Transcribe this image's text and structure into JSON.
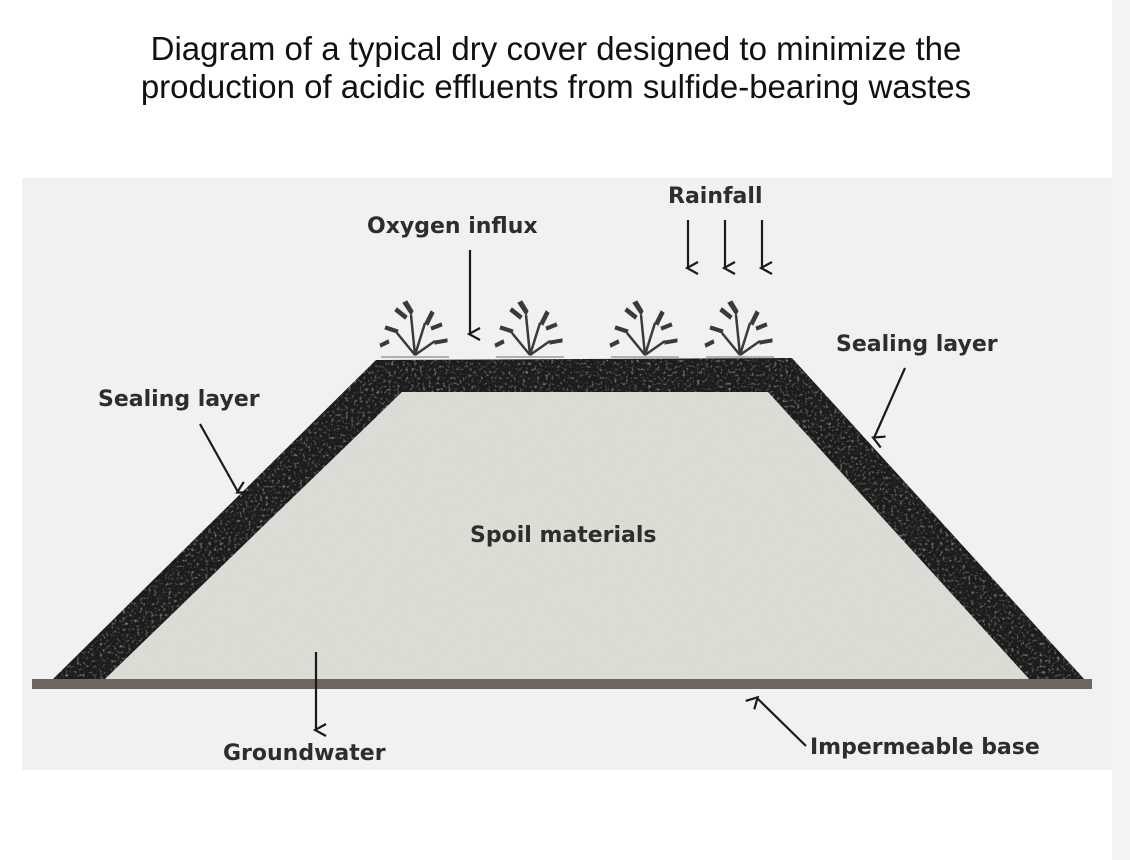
{
  "title": {
    "line1": "Diagram of a typical dry cover designed to minimize the",
    "line2": "production of acidic effluents from sulfide-bearing wastes"
  },
  "labels": {
    "rainfall": "Rainfall",
    "oxygen_influx": "Oxygen influx",
    "sealing_layer_left": "Sealing layer",
    "sealing_layer_right": "Sealing layer",
    "spoil_materials": "Spoil materials",
    "groundwater": "Groundwater",
    "impermeable_base": "Impermeable base"
  },
  "colors": {
    "sealing_layer": "#1c1c1c",
    "spoil": "#d9d9d2",
    "base": "#6e6660",
    "vegetation": "#3a3a3a",
    "arrow": "#1a1a1a"
  }
}
